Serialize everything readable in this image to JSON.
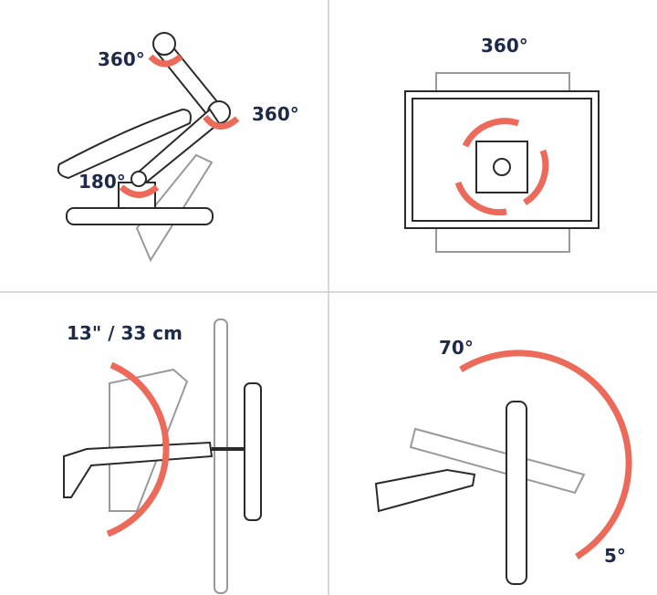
{
  "panels": [
    {
      "id": "arm-rotation",
      "labels": [
        "360°",
        "360°",
        "180°"
      ]
    },
    {
      "id": "screen-rotation",
      "labels": [
        "360°"
      ]
    },
    {
      "id": "height-adjustment",
      "labels": [
        "13\" / 33 cm"
      ]
    },
    {
      "id": "tilt",
      "labels": [
        "70°",
        "5°"
      ]
    }
  ],
  "colors": {
    "arrow": "#ec6a5a",
    "text": "#1e2a4a",
    "divider": "#cccccc"
  }
}
